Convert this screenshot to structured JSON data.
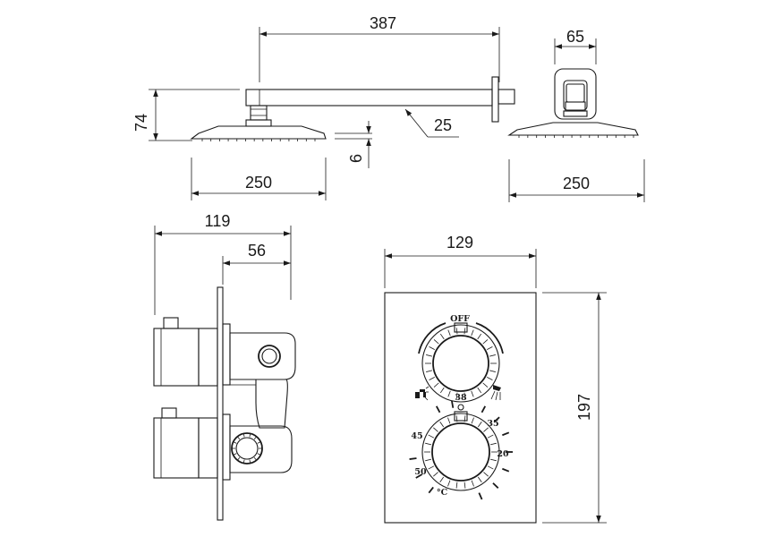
{
  "dimensions": {
    "arm_length": "387",
    "head_height": "74",
    "arm_width": "25",
    "head_thickness": "6",
    "head_width_front": "250",
    "head_width_side": "250",
    "bracket_width": "65",
    "valve_depth_total": "119",
    "valve_depth_front": "56",
    "plate_width": "129",
    "plate_height": "197"
  },
  "dial_labels": {
    "off": "OFF",
    "t38": "38",
    "t35": "35",
    "t20": "20",
    "t45": "45",
    "t50": "50",
    "unit": "°C"
  },
  "icons": [
    "hand-shower-icon",
    "overhead-shower-icon"
  ],
  "colors": {
    "line": "#1a1a1a",
    "background": "#ffffff"
  }
}
